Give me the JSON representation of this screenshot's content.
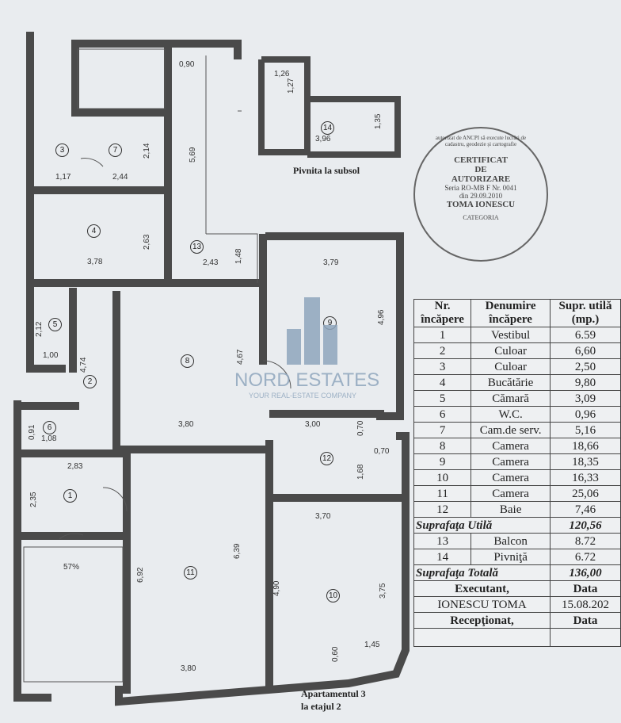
{
  "plan": {
    "title_line1": "Apartamentul 3",
    "title_line2": "la etajul 2",
    "cellar_caption": "Pivnita la subsol",
    "stair_percent": "57%",
    "rooms": [
      "1",
      "2",
      "3",
      "4",
      "5",
      "6",
      "7",
      "8",
      "9",
      "10",
      "11",
      "12",
      "13",
      "14"
    ],
    "dims": {
      "d090": "0,90",
      "d569": "5,69",
      "d214": "2,14",
      "d117": "1,17",
      "d244": "2,44",
      "d263": "2,63",
      "d378": "3,78",
      "d243": "2,43",
      "d148": "1,48",
      "d379": "3,79",
      "d496": "4,96",
      "d212": "2,12",
      "d100": "1,00",
      "d474": "4,74",
      "d467": "4,67",
      "d380a": "3,80",
      "d091": "0,91",
      "d108": "1,08",
      "d300": "3,00",
      "d070a": "0,70",
      "d070b": "0,70",
      "d168": "1,68",
      "d283": "2,83",
      "d235": "2,35",
      "d370": "3,70",
      "d692": "6,92",
      "d639": "6,39",
      "d490": "4,90",
      "d375": "3,75",
      "d145": "1,45",
      "d060": "0,60",
      "d380b": "3,80",
      "d126": "1,26",
      "d127": "1,27",
      "d396": "3,96",
      "d135": "1,35"
    }
  },
  "stamp": {
    "ring_text": "autorizat de ANCPI să execute lucrări de cadastru, geodezie și cartografie",
    "line1": "CERTIFICAT",
    "line2": "DE",
    "line3": "AUTORIZARE",
    "line4": "Seria RO-MB F Nr. 0041",
    "line5": "din 29.09.2010",
    "line6": "TOMA IONESCU",
    "category": "CATEGORIA"
  },
  "watermark": {
    "brand": "NORD ESTATES",
    "tagline": "YOUR REAL-ESTATE COMPANY",
    "color": "#8fa6bd"
  },
  "table": {
    "headers": [
      "Nr. încăpere",
      "Denumire încăpere",
      "Supr. utilă (mp.)"
    ],
    "rows": [
      [
        "1",
        "Vestibul",
        "6.59"
      ],
      [
        "2",
        "Culoar",
        "6,60"
      ],
      [
        "3",
        "Culoar",
        "2,50"
      ],
      [
        "4",
        "Bucătărie",
        "9,80"
      ],
      [
        "5",
        "Cămară",
        "3,09"
      ],
      [
        "6",
        "W.C.",
        "0,96"
      ],
      [
        "7",
        "Cam.de serv.",
        "5,16"
      ],
      [
        "8",
        "Camera",
        "18,66"
      ],
      [
        "9",
        "Camera",
        "18,35"
      ],
      [
        "10",
        "Camera",
        "16,33"
      ],
      [
        "11",
        "Camera",
        "25,06"
      ],
      [
        "12",
        "Baie",
        "7,46"
      ]
    ],
    "useful_label": "Suprafaţa Utilă",
    "useful_value": "120,56",
    "extra_rows": [
      [
        "13",
        "Balcon",
        "8.72"
      ],
      [
        "14",
        "Pivniţă",
        "6.72"
      ]
    ],
    "total_label": "Suprafaţa Totală",
    "total_value": "136,00",
    "executant_label": "Executant,",
    "date_label": "Data",
    "executant_name": "IONESCU TOMA",
    "executant_date": "15.08.202",
    "received_label": "Recepţionat,",
    "received_date_label": "Data"
  }
}
